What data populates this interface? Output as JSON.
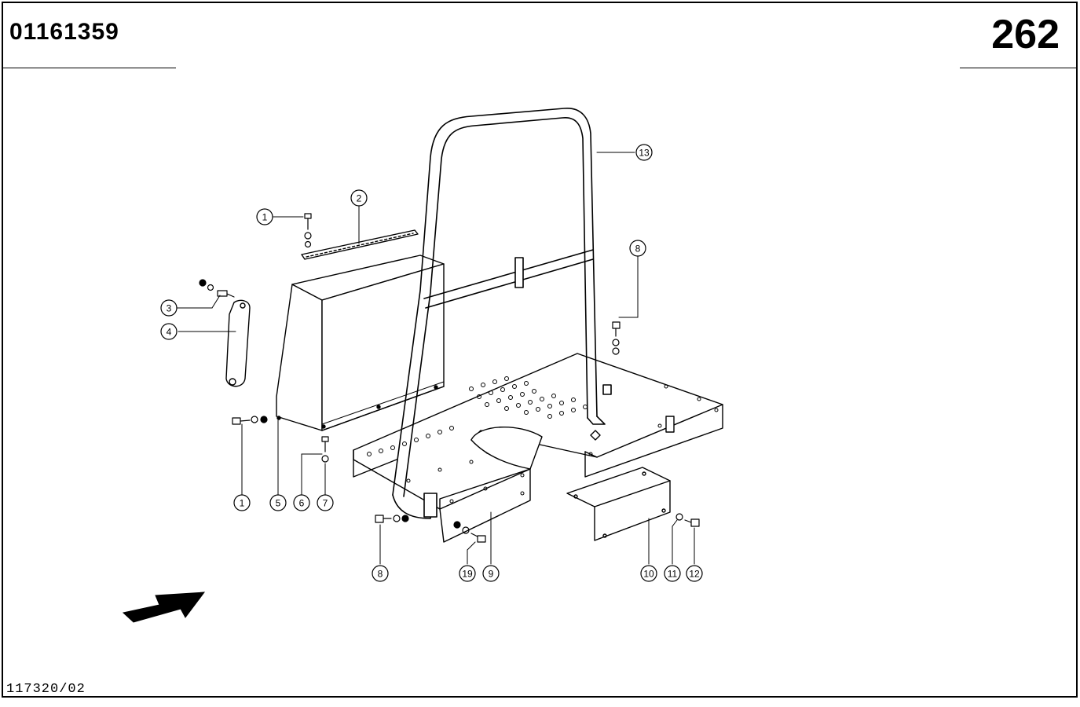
{
  "header": {
    "document_number": "01161359",
    "page_number": "262"
  },
  "footer": {
    "figure_code": "117320/02"
  },
  "callouts": [
    {
      "label": "1",
      "target": "screw-top"
    },
    {
      "label": "2",
      "target": "bracket-strip"
    },
    {
      "label": "3",
      "target": "bolt-left"
    },
    {
      "label": "4",
      "target": "handle-strap"
    },
    {
      "label": "1",
      "target": "screw-bottom"
    },
    {
      "label": "5",
      "target": "cover-box"
    },
    {
      "label": "6",
      "target": "screw"
    },
    {
      "label": "7",
      "target": "washer"
    },
    {
      "label": "13",
      "target": "roll-bar"
    },
    {
      "label": "8",
      "target": "bolt-right"
    },
    {
      "label": "8",
      "target": "bolt-lower"
    },
    {
      "label": "19",
      "target": "bolt-small"
    },
    {
      "label": "9",
      "target": "floor-plate"
    },
    {
      "label": "10",
      "target": "step-bracket"
    },
    {
      "label": "11",
      "target": "washer-right"
    },
    {
      "label": "12",
      "target": "bolt-far-right"
    }
  ]
}
